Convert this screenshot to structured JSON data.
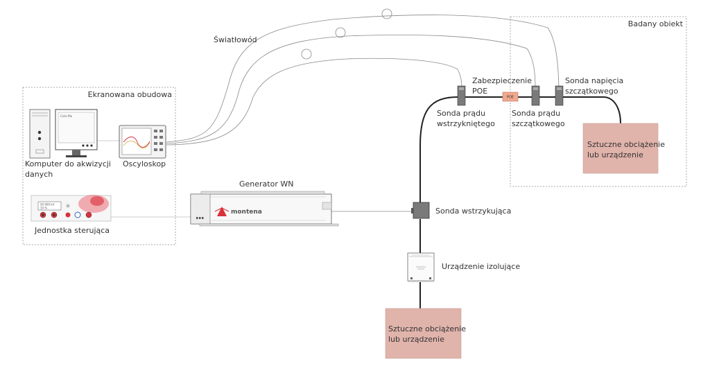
{
  "labels": {
    "fiber": "Światłowód",
    "tested_object": "Badany obiekt",
    "shielded_enclosure": "Ekranowana obudowa",
    "poe_protection_line1": "Zabezpieczenie",
    "poe_protection_line2": "POE",
    "poe_chip": "POE",
    "voltage_probe_line1": "Sonda napięcia",
    "voltage_probe_line2": "szczątkowego",
    "injected_probe_line1": "Sonda prądu",
    "injected_probe_line2": "wstrzykniętego",
    "residual_probe_line1": "Sonda prądu",
    "residual_probe_line2": "szczątkowego",
    "load_top_line1": "Sztuczne obciążenie",
    "load_top_line2": "lub urządzenie",
    "computer_line1": "Komputer do akwizycji",
    "computer_line2": "danych",
    "oscilloscope": "Oscyloskop",
    "control_unit": "Jednostka sterująca",
    "hv_generator": "Generator WN",
    "generator_logo": "montena",
    "injection_probe": "Sonda wstrzykująca",
    "isolation_device": "Urządzenie izolujące",
    "load_bottom_line1": "Sztuczne obciążenie",
    "load_bottom_line2": "lub urządzenie"
  },
  "control_unit_display": {
    "line1": "50 000 kV",
    "line2": "10 %"
  },
  "colors": {
    "load_box": "#e0b3ab",
    "poe_chip": "#f0a88e",
    "accent_red": "#d9303a",
    "line": "#222222",
    "fiber_line": "#888888",
    "enclosure_border": "#aaaaaa"
  },
  "icons": {
    "computer": "desktop-computer-icon",
    "oscilloscope": "oscilloscope-icon",
    "generator": "hv-generator-icon",
    "control_unit": "control-unit-icon",
    "isolation": "isolation-device-icon",
    "probe": "current-probe-icon"
  }
}
